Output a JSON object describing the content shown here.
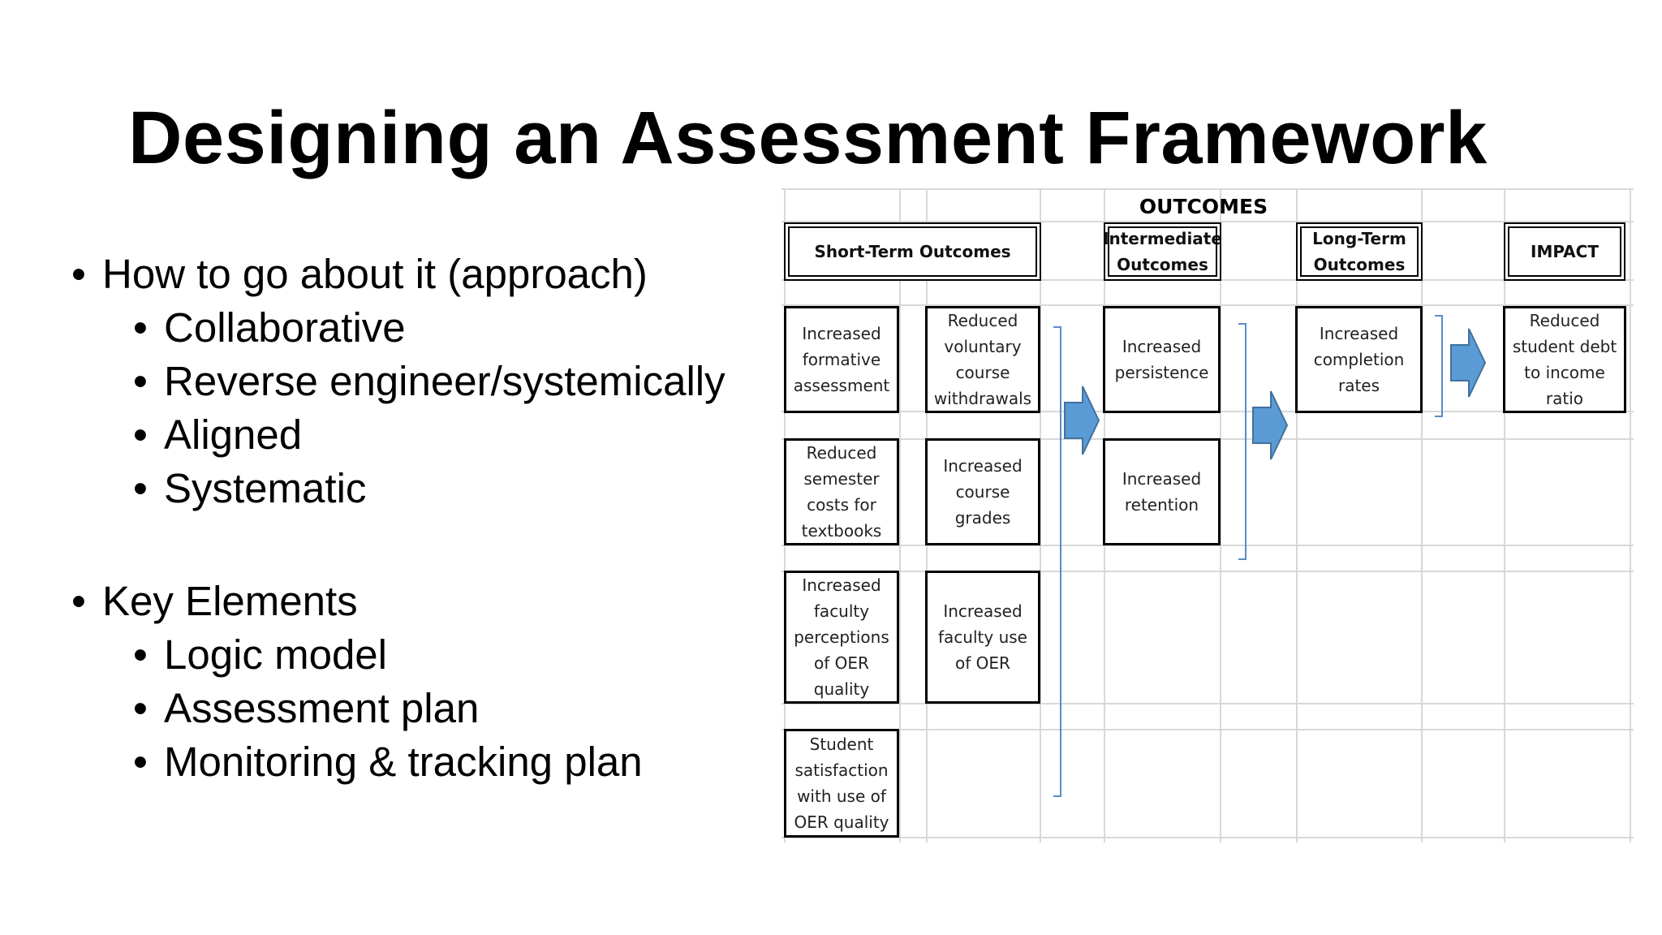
{
  "slide": {
    "title": "Designing an Assessment Framework",
    "bullets": [
      {
        "level": 1,
        "text": "How to go about it (approach)"
      },
      {
        "level": 2,
        "text": "Collaborative"
      },
      {
        "level": 2,
        "text": "Reverse engineer/systemically"
      },
      {
        "level": 2,
        "text": "Aligned"
      },
      {
        "level": 2,
        "text": "Systematic"
      },
      {
        "level": 1,
        "text": "Key Elements"
      },
      {
        "level": 2,
        "text": "Logic model"
      },
      {
        "level": 2,
        "text": "Assessment plan"
      },
      {
        "level": 2,
        "text": "Monitoring & tracking plan"
      }
    ]
  },
  "diagram": {
    "header": "OUTCOMES",
    "columns": {
      "short_term": "Short-Term Outcomes",
      "intermediate": "Intermediate\nOutcomes",
      "long_term": "Long-Term\nOutcomes",
      "impact": "IMPACT"
    },
    "short_term_items": [
      "Increased\nformative\nassessment",
      "Reduced\nvoluntary\ncourse\nwithdrawals",
      "Reduced\nsemester\ncosts for\ntextbooks",
      "Increased\ncourse\ngrades",
      "Increased\nfaculty\nperceptions\nof OER\nquality",
      "Increased\nfaculty use\nof OER",
      "Student\nsatisfaction\nwith use of\nOER quality"
    ],
    "intermediate_items": [
      "Increased\npersistence",
      "Increased\nretention"
    ],
    "long_term_items": [
      "Increased\ncompletion\nrates"
    ],
    "impact_items": [
      "Reduced\nstudent debt\nto income\nratio"
    ],
    "colors": {
      "arrow_fill": "#5b9bd5",
      "arrow_stroke": "#41719c",
      "bracket": "#5b8bc9",
      "gridline": "#d8d8d8"
    }
  }
}
